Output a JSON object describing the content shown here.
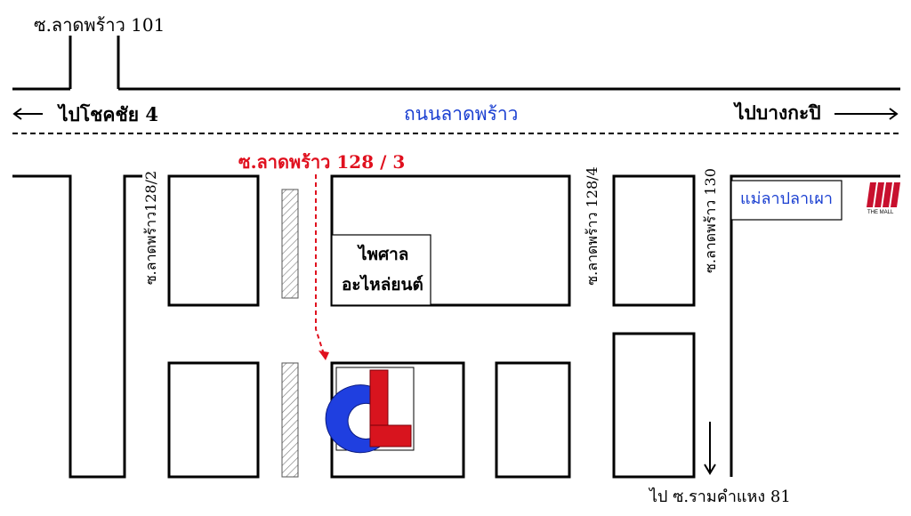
{
  "streets": {
    "soi_101": "ซ.ลาดพร้าว 101",
    "main_road": "ถนนลาดพร้าว",
    "to_left": "ไปโชคชัย 4",
    "to_right": "ไปบางกะปิ",
    "soi_128_3": "ซ.ลาดพร้าว 128 / 3",
    "soi_128_2": "ซ.ลาดพร้าว128/2",
    "soi_128_4": "ซ.ลาดพร้าว 128/4",
    "soi_130": "ซ.ลาดพร้าว 130",
    "to_ramkhamhaeng": "ไป ซ.รามคำแหง 81"
  },
  "landmarks": {
    "phaisan_line1": "ไพศาล",
    "phaisan_line2": "อะไหล่ยนต์",
    "mae_la": "แม่ลาปลาเผา",
    "the_mall": "THE MALL"
  },
  "colors": {
    "road_line": "#000000",
    "main_road_label": "#1a3fd1",
    "route_red": "#e0101e",
    "logo_blue": "#1f3fe0",
    "logo_red": "#d8141e",
    "mall_red": "#c8102e",
    "mae_la_label": "#1a3fd1"
  },
  "icons": [
    "arrow-left-icon",
    "arrow-right-icon",
    "arrow-down-icon",
    "the-mall-logo-icon",
    "company-logo-icon"
  ]
}
